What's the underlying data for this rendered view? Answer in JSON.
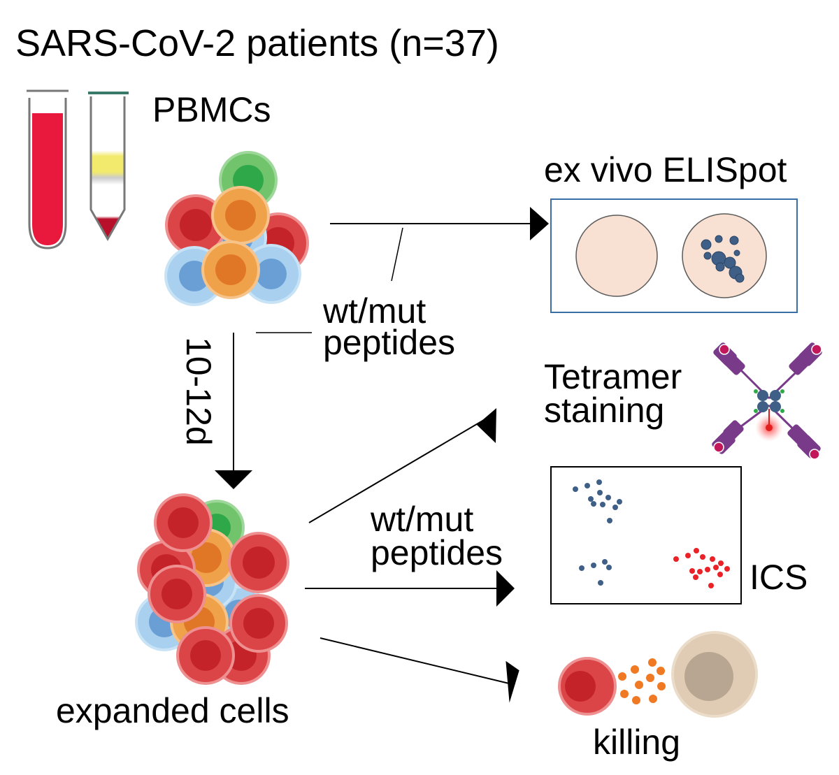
{
  "title": "SARS-CoV-2 patients (n=37)",
  "labels": {
    "pbmcs": "PBMCs",
    "elispot": "ex vivo ELISpot",
    "peptides_top_1": "wt/mut",
    "peptides_top_2": "peptides",
    "duration": "10-12d",
    "tetramer_1": "Tetramer",
    "tetramer_2": "staining",
    "peptides_mid_1": "wt/mut",
    "peptides_mid_2": "peptides",
    "ics": "ICS",
    "expanded": "expanded cells",
    "killing": "killing"
  },
  "colors": {
    "blood_red": "#e8193c",
    "cell_red": "#dc4548",
    "cell_red_core": "#c4232a",
    "cell_green": "#72c46c",
    "cell_orange": "#f0a24a",
    "cell_blue": "#a9d1ef",
    "well_fill": "#f8e1d3",
    "panel_border": "#3a6fa6",
    "dot_blue": "#3f5f86",
    "dot_red": "#ea2228",
    "dot_orange": "#f07a23",
    "tetramer_purple": "#7a3a8a",
    "tetramer_magenta": "#c2185b",
    "target_cell": "#e0cbb4"
  }
}
